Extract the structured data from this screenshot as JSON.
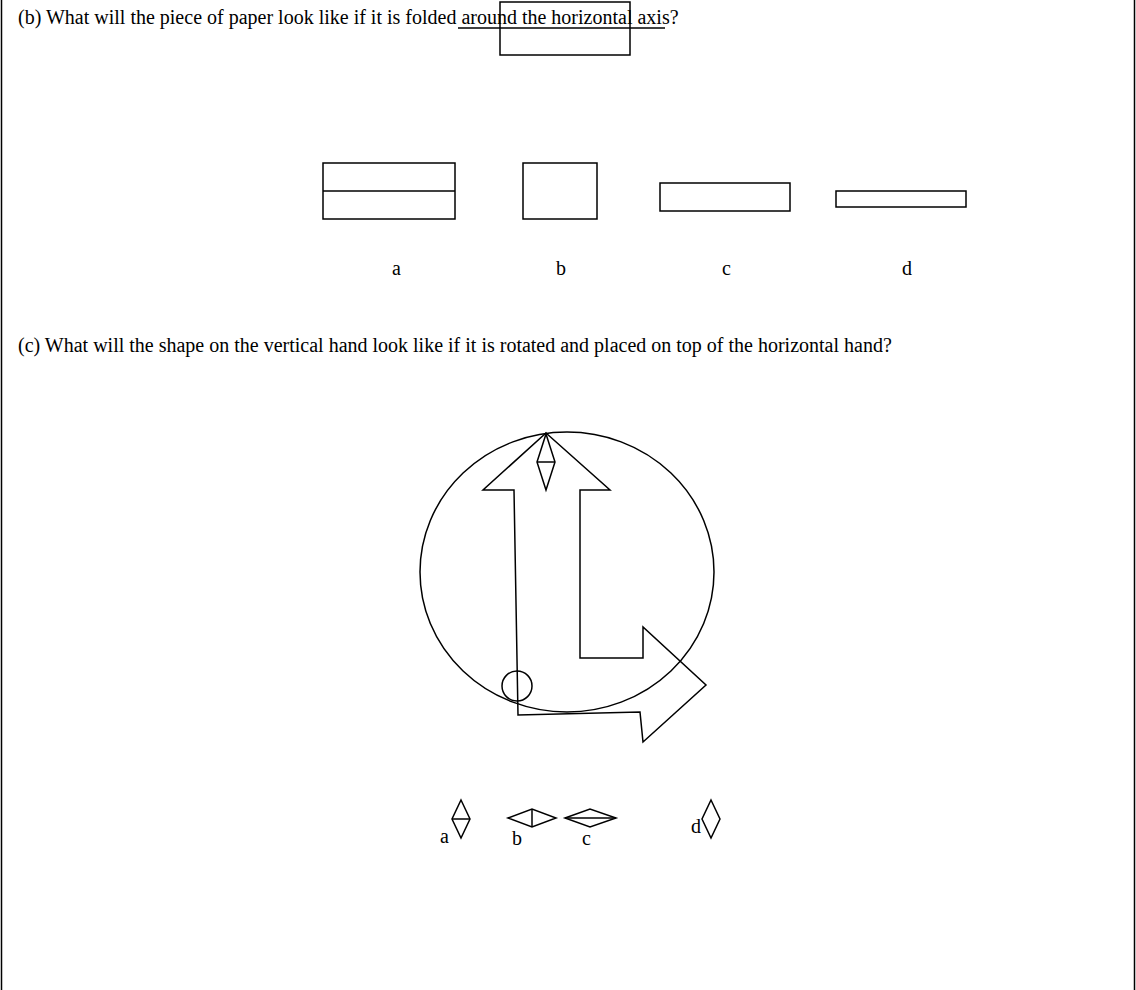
{
  "diagram": {
    "labels": [
      "(b) What will the piece of paper look like if it is folded around the horizontal axis?",
      "a",
      "b",
      "c",
      "d",
      "(c) What will the shape on the vertical hand look like if it is rotated and placed on top of the horizontal hand?",
      "a",
      "b",
      "c",
      "d"
    ]
  }
}
